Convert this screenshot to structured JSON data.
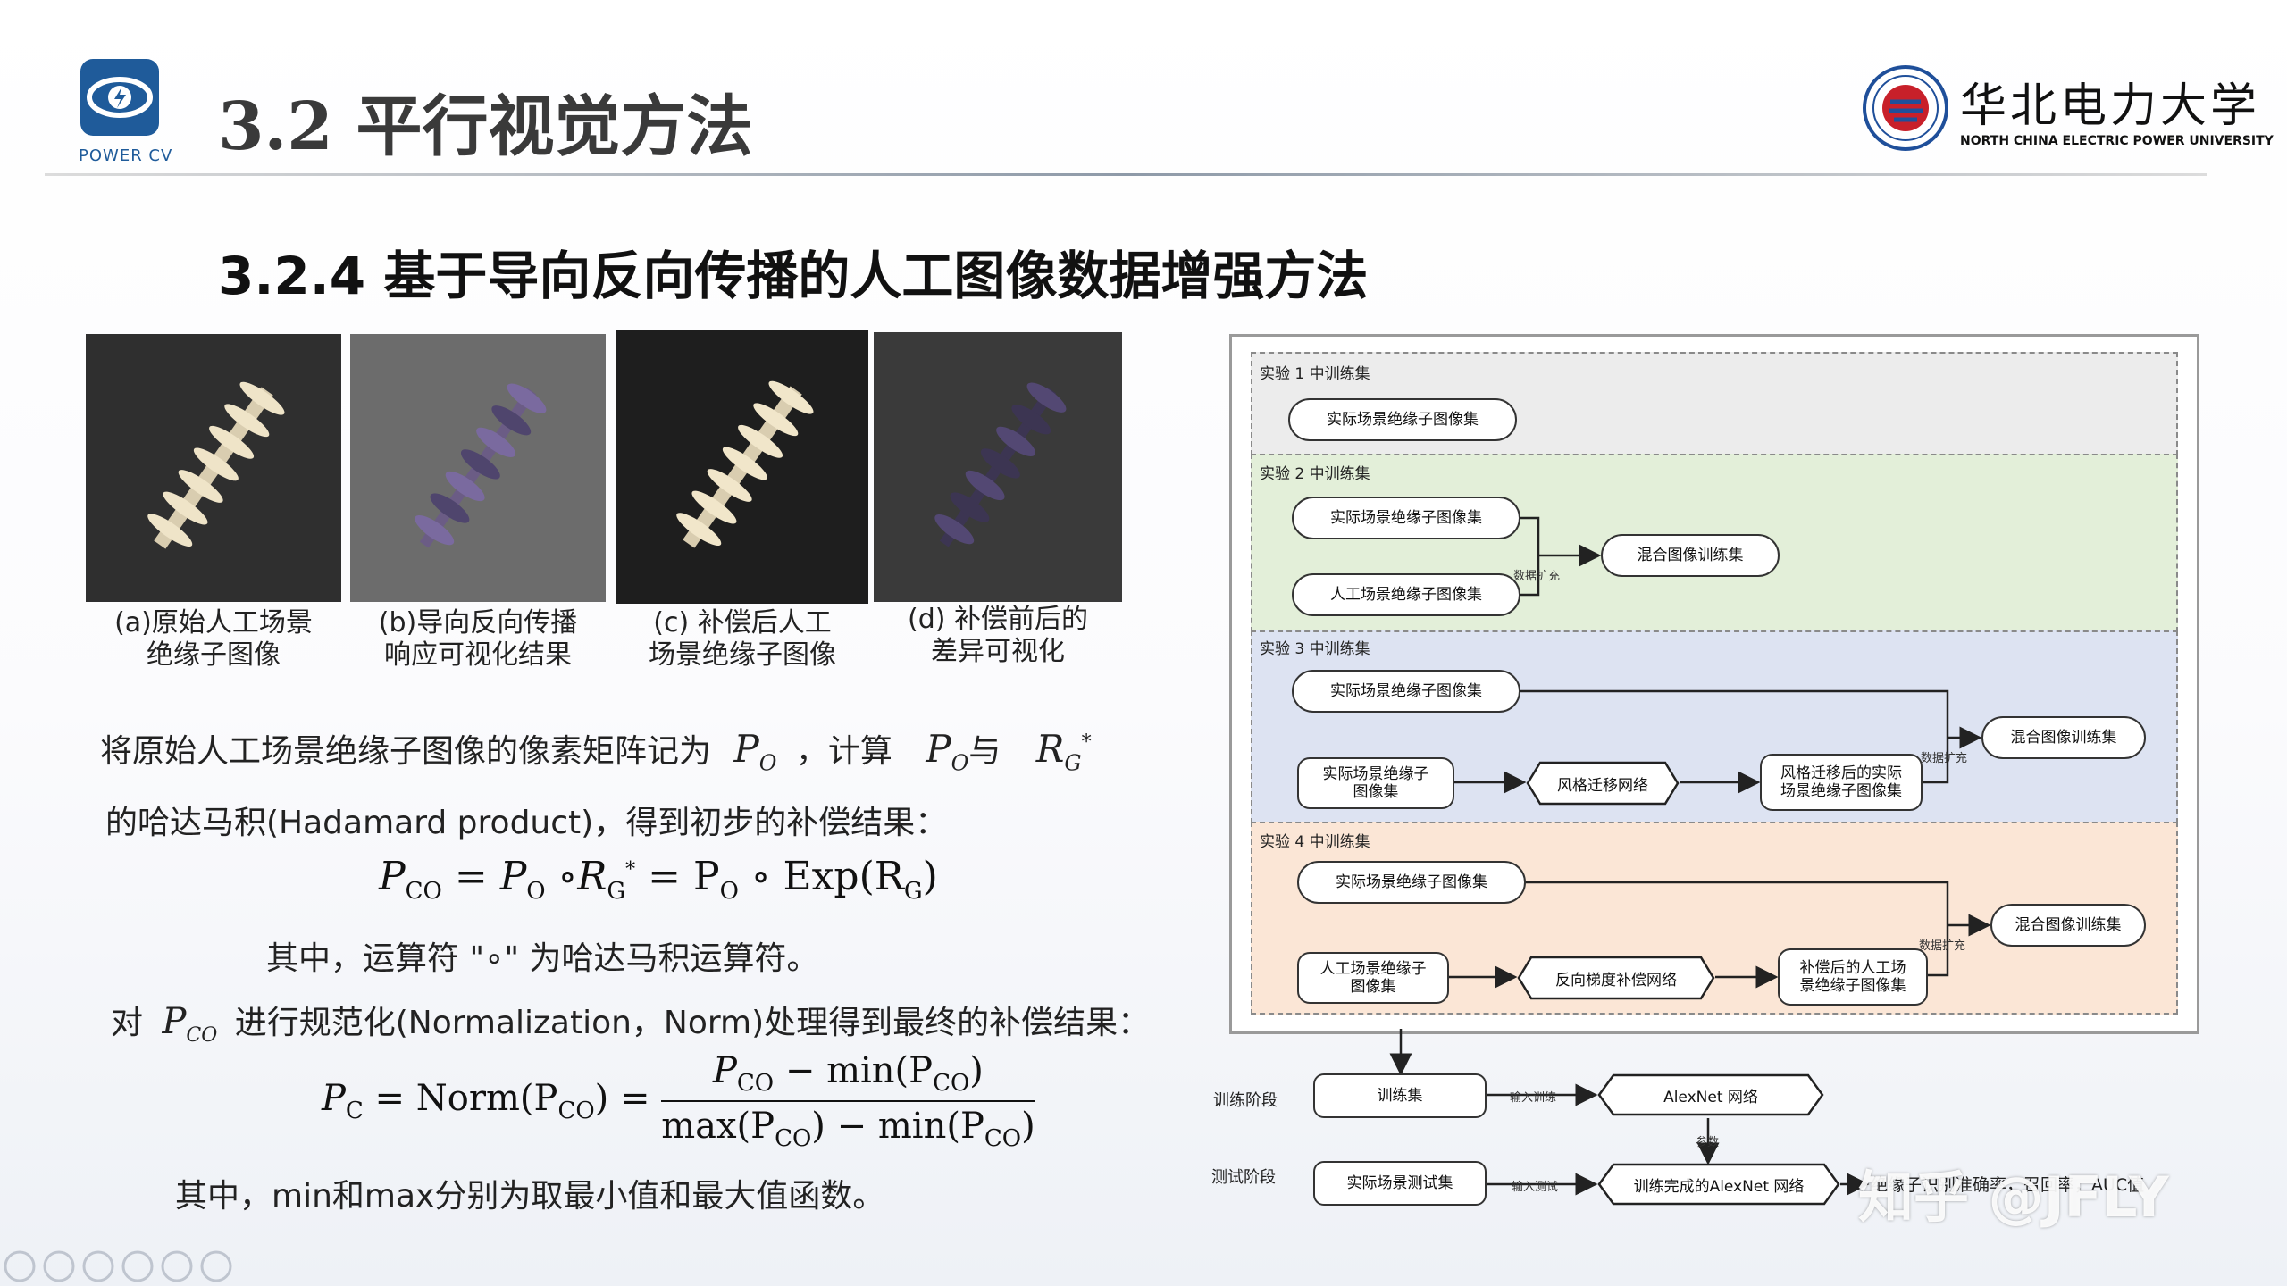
{
  "header": {
    "logo_text": "POWER CV",
    "title": "3.2 平行视觉方法",
    "university_cn": "华北电力大学",
    "university_en": "NORTH CHINA ELECTRIC POWER UNIVERSITY"
  },
  "subtitle": "3.2.4 基于导向反向传播的人工图像数据增强方法",
  "figures": [
    {
      "caption_l1": "(a)原始人工场景",
      "caption_l2": "绝缘子图像"
    },
    {
      "caption_l1": "(b)导向反向传播",
      "caption_l2": "响应可视化结果"
    },
    {
      "caption_l1": "(c) 补偿后人工",
      "caption_l2": "场景绝缘子图像"
    },
    {
      "caption_l1": "(d) 补偿前后的",
      "caption_l2": "差异可视化"
    }
  ],
  "body": {
    "p1_a": "将原始人工场景绝缘子图像的像素矩阵记为",
    "p1_b": "，计算",
    "p1_c": "与",
    "p2": "的哈达马积(Hadamard product)，得到初步的补偿结果：",
    "p3": "其中，运算符 \"∘\" 为哈达马积运算符。",
    "p4_a": "对",
    "p4_b": "进行规范化(Normalization，Norm)处理得到最终的补偿结果：",
    "p5": "其中，min和max分别为取最小值和最大值函数。",
    "sym_P": "P",
    "sym_O": "O",
    "sym_R": "R",
    "sym_G": "G",
    "sym_star": "*",
    "sym_CO": "CO",
    "formula1_tail": "= P",
    "formula1_exp": "∘ Exp(R",
    "formula2_lhs": "P",
    "formula2_lhs_sub": "C",
    "formula2_mid": " = Norm(P",
    "formula2_num": "P",
    "formula2_den": "max(P"
  },
  "diagram": {
    "sections": [
      {
        "label": "实验 1 中训练集",
        "color": "#ececec"
      },
      {
        "label": "实验 2 中训练集",
        "color": "#e3efd9"
      },
      {
        "label": "实验 3 中训练集",
        "color": "#dde3f2"
      },
      {
        "label": "实验 4 中训练集",
        "color": "#fbe6d6"
      }
    ],
    "nodes": {
      "e1_real": "实际场景绝缘子图像集",
      "e2_real": "实际场景绝缘子图像集",
      "e2_art": "人工场景绝缘子图像集",
      "e2_mix": "混合图像训练集",
      "e3_real": "实际场景绝缘子图像集",
      "e3_real2_l1": "实际场景绝缘子",
      "e3_real2_l2": "图像集",
      "e3_style": "风格迁移网络",
      "e3_out_l1": "风格迁移后的实际",
      "e3_out_l2": "场景绝缘子图像集",
      "e3_mix": "混合图像训练集",
      "e4_real": "实际场景绝缘子图像集",
      "e4_art_l1": "人工场景绝缘子",
      "e4_art_l2": "图像集",
      "e4_net": "反向梯度补偿网络",
      "e4_out_l1": "补偿后的人工场",
      "e4_out_l2": "景绝缘子图像集",
      "e4_mix": "混合图像训练集",
      "train_set": "训练集",
      "alexnet": "AlexNet  网络",
      "test_set": "实际场景测试集",
      "trained_alexnet": "训练完成的AlexNet 网络",
      "result": "绝缘子识别准确率，召回率，AUC值"
    },
    "edge_labels": {
      "expand": "数据扩充",
      "input_train": "输入训练",
      "params": "参数",
      "input_test": "输入测试"
    },
    "stages": {
      "train": "训练阶段",
      "test": "测试阶段"
    }
  },
  "watermark": "知乎 @JFLY",
  "colors": {
    "logo_blue": "#1f5b9a",
    "university_red": "#c8202a"
  }
}
